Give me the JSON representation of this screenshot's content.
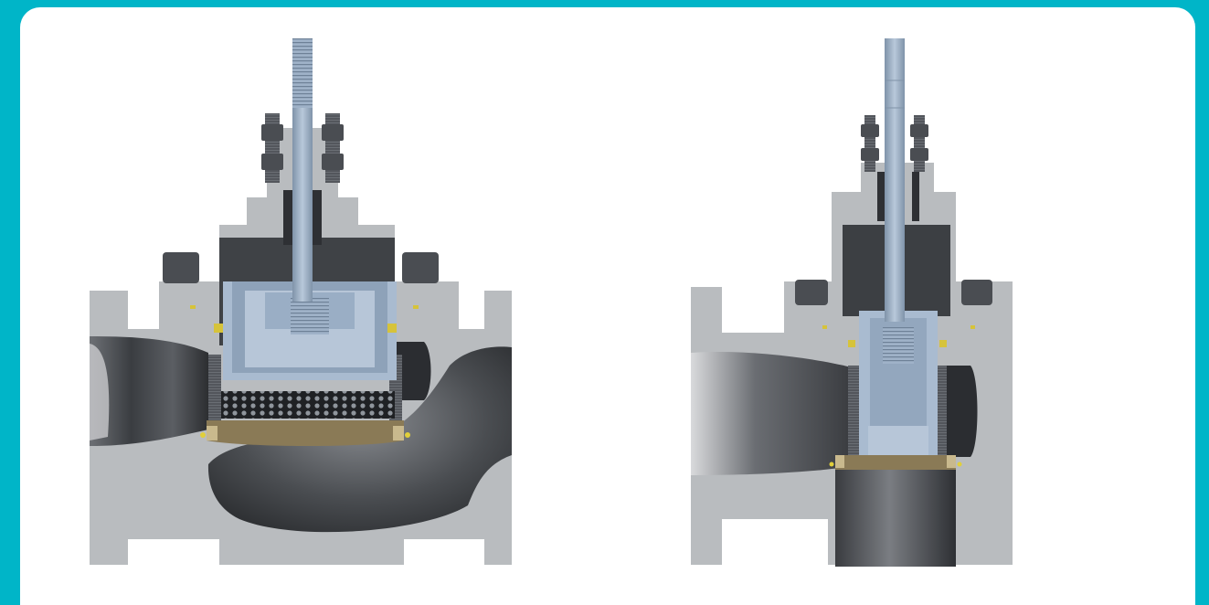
{
  "image": {
    "subject": "cutaway-valve-illustration",
    "figures": [
      "globe-valve-cutaway",
      "angle-valve-cutaway"
    ],
    "colors": {
      "background": "#00b5c8",
      "panel": "#ffffff",
      "body_cut": "#b9bcbf",
      "body_dark": "#5a5d61",
      "stem": "#9fb2c8",
      "cage": "#a9bbd0",
      "seat": "#8a7a56",
      "bolt": "#4a4d52"
    }
  }
}
